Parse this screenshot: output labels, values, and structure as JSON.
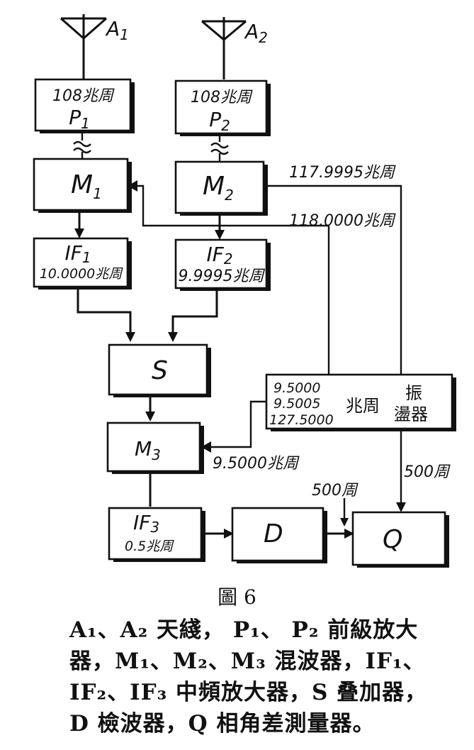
{
  "antennas": [
    {
      "label": "A",
      "sub": "1"
    },
    {
      "label": "A",
      "sub": "2"
    }
  ],
  "blocks": {
    "p1": {
      "line1": "108兆周",
      "line2": "P",
      "sub": "1"
    },
    "p2": {
      "line1": "108兆周",
      "line2": "P",
      "sub": "2"
    },
    "m1": {
      "label": "M",
      "sub": "1"
    },
    "m2": {
      "label": "M",
      "sub": "2"
    },
    "if1": {
      "label": "IF",
      "sub": "1",
      "freq": "10.0000兆周"
    },
    "if2": {
      "label": "IF",
      "sub": "2",
      "freq": "9.9995兆周"
    },
    "s": {
      "label": "S"
    },
    "m3": {
      "label": "M",
      "sub": "3"
    },
    "osc": {
      "freqs": [
        "9.5000",
        "9.5005",
        "127.5000"
      ],
      "unit": "兆周",
      "name1": "振",
      "name2": "盪器"
    },
    "if3": {
      "label": "IF",
      "sub": "3",
      "freq": "0.5兆周"
    },
    "d": {
      "label": "D"
    },
    "q": {
      "label": "Q"
    }
  },
  "signals": {
    "f1": "117.9995兆周",
    "f2": "118.0000兆周",
    "f3": "9.5000兆周",
    "f4": "500周",
    "f5": "500周"
  },
  "caption": "圖 6",
  "legend": [
    "A₁、A₂ 天綫， P₁、 P₂ 前級放大",
    "器，M₁、M₂、M₃ 混波器，IF₁、",
    "IF₂、IF₃ 中頻放大器，S 叠加器，",
    "D 檢波器，Q 相角差測量器。"
  ]
}
